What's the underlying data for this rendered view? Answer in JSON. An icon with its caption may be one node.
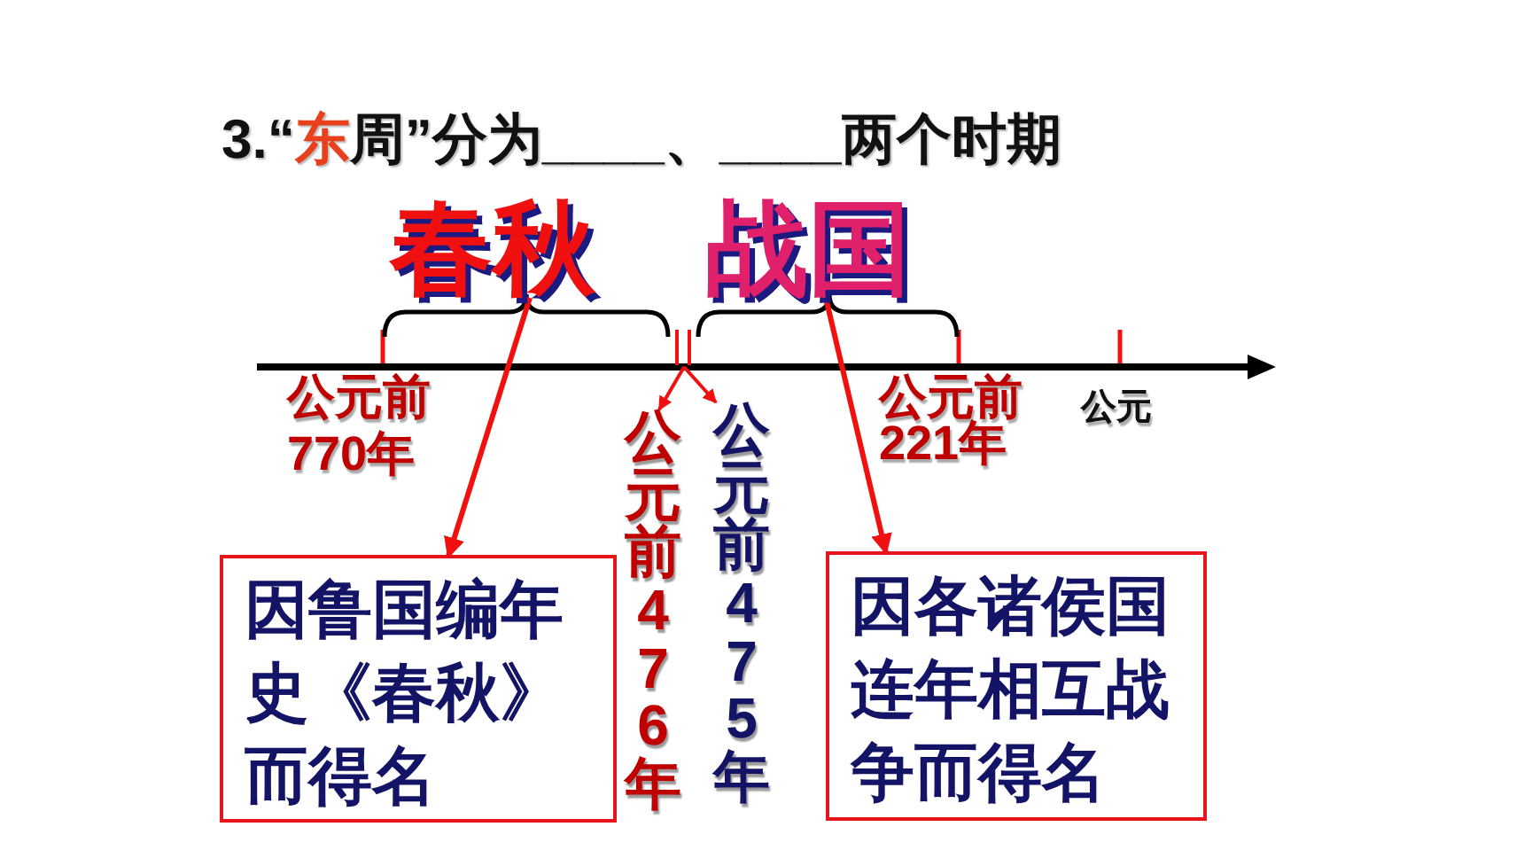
{
  "diagram": {
    "title": "3.“**东**周”分为____、____两个时期",
    "nodes": [
      {
        "text": [
          "春秋"
        ]
      },
      {
        "text": [
          "战国"
        ]
      },
      {
        "text": [
          "因鲁国编年史《春秋》而得名"
        ]
      },
      {
        "text": [
          "因各诸侯国连年相互战争而得名"
        ]
      },
      {
        "text": [
          "公元前476年"
        ]
      },
      {
        "text": [
          "公元前475年"
        ]
      },
      {
        "text": [],
        "shape": "bar"
      }
    ],
    "edges": [
      {
        "from": 0,
        "to": 2,
        "arrow": "to"
      },
      {
        "from": 1,
        "to": 3,
        "arrow": "to"
      },
      {
        "from": 6,
        "to": 4,
        "arrow": "to"
      },
      {
        "from": 6,
        "to": 5,
        "arrow": "to"
      }
    ],
    "labels": [
      "公元前770年",
      "公元前221年",
      "公元"
    ]
  }
}
